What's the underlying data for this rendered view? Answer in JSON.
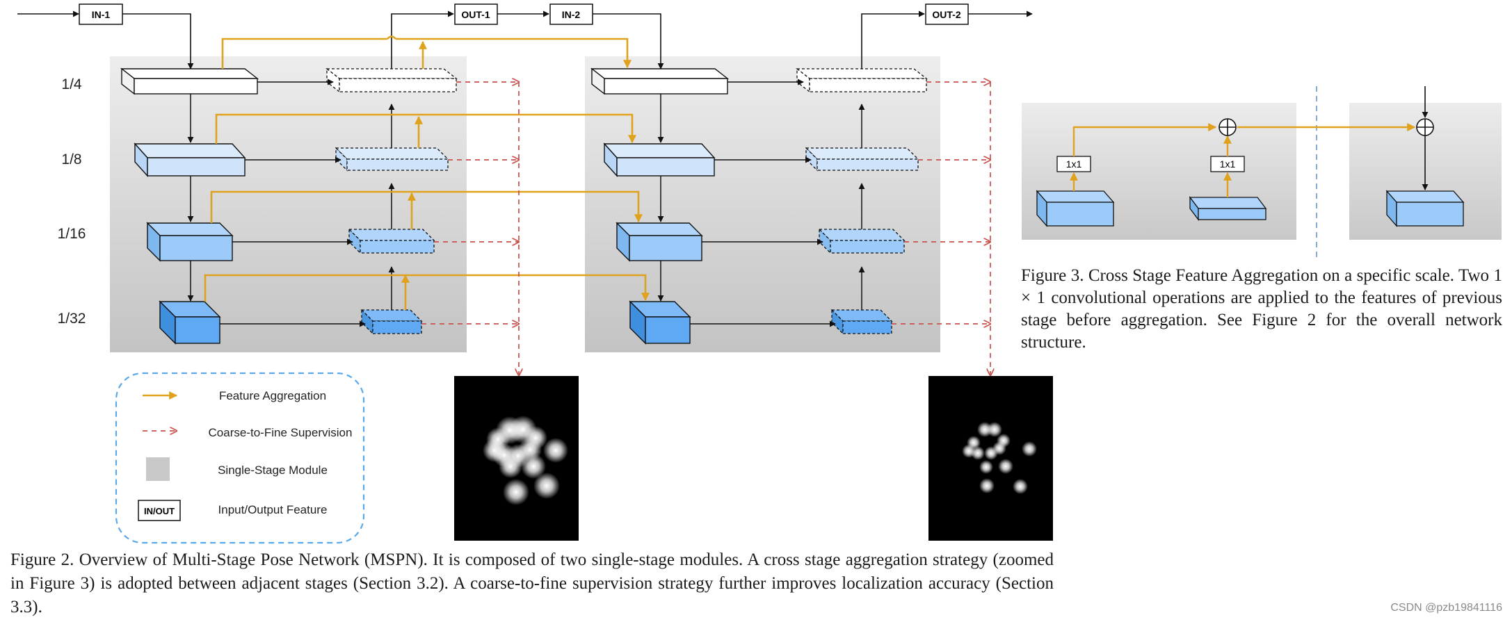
{
  "fig2": {
    "io_labels": {
      "in1": "IN-1",
      "out1": "OUT-1",
      "in2": "IN-2",
      "out2": "OUT-2"
    },
    "scales": [
      "1/4",
      "1/8",
      "1/16",
      "1/32"
    ],
    "legend": {
      "feature_aggregation": "Feature Aggregation",
      "coarse_to_fine": "Coarse-to-Fine Supervision",
      "single_stage": "Single-Stage Module",
      "io_feature": "Input/Output Feature",
      "io_box_text": "IN/OUT"
    },
    "caption": "Figure 2. Overview of Multi-Stage Pose Network (MSPN). It is composed of two single-stage modules. A cross stage aggregation strategy (zoomed in Figure 3) is adopted between adjacent stages (Section 3.2). A coarse-to-fine supervision strategy further improves localization accuracy (Section 3.3)."
  },
  "fig3": {
    "conv_label": "1x1",
    "caption": "Figure 3. Cross Stage Feature Aggregation on a specific scale. Two 1 × 1 convolutional operations are applied to the features of previous stage before aggregation. See Figure 2 for the overall network structure."
  },
  "watermark": "CSDN @pzb19841116",
  "colors": {
    "aggregation_arrow": "#e0a21c",
    "supervision_arrow": "#c8524e",
    "module_bg_top": "#ececec",
    "module_bg_bottom": "#c4c4c4",
    "block_1_4": "#ffffff",
    "block_1_8": "#cfe3fb",
    "block_1_16": "#9ccaf9",
    "block_1_32": "#5fa9f4",
    "legend_border": "#5aa8ec",
    "divider": "#6a96c8"
  }
}
